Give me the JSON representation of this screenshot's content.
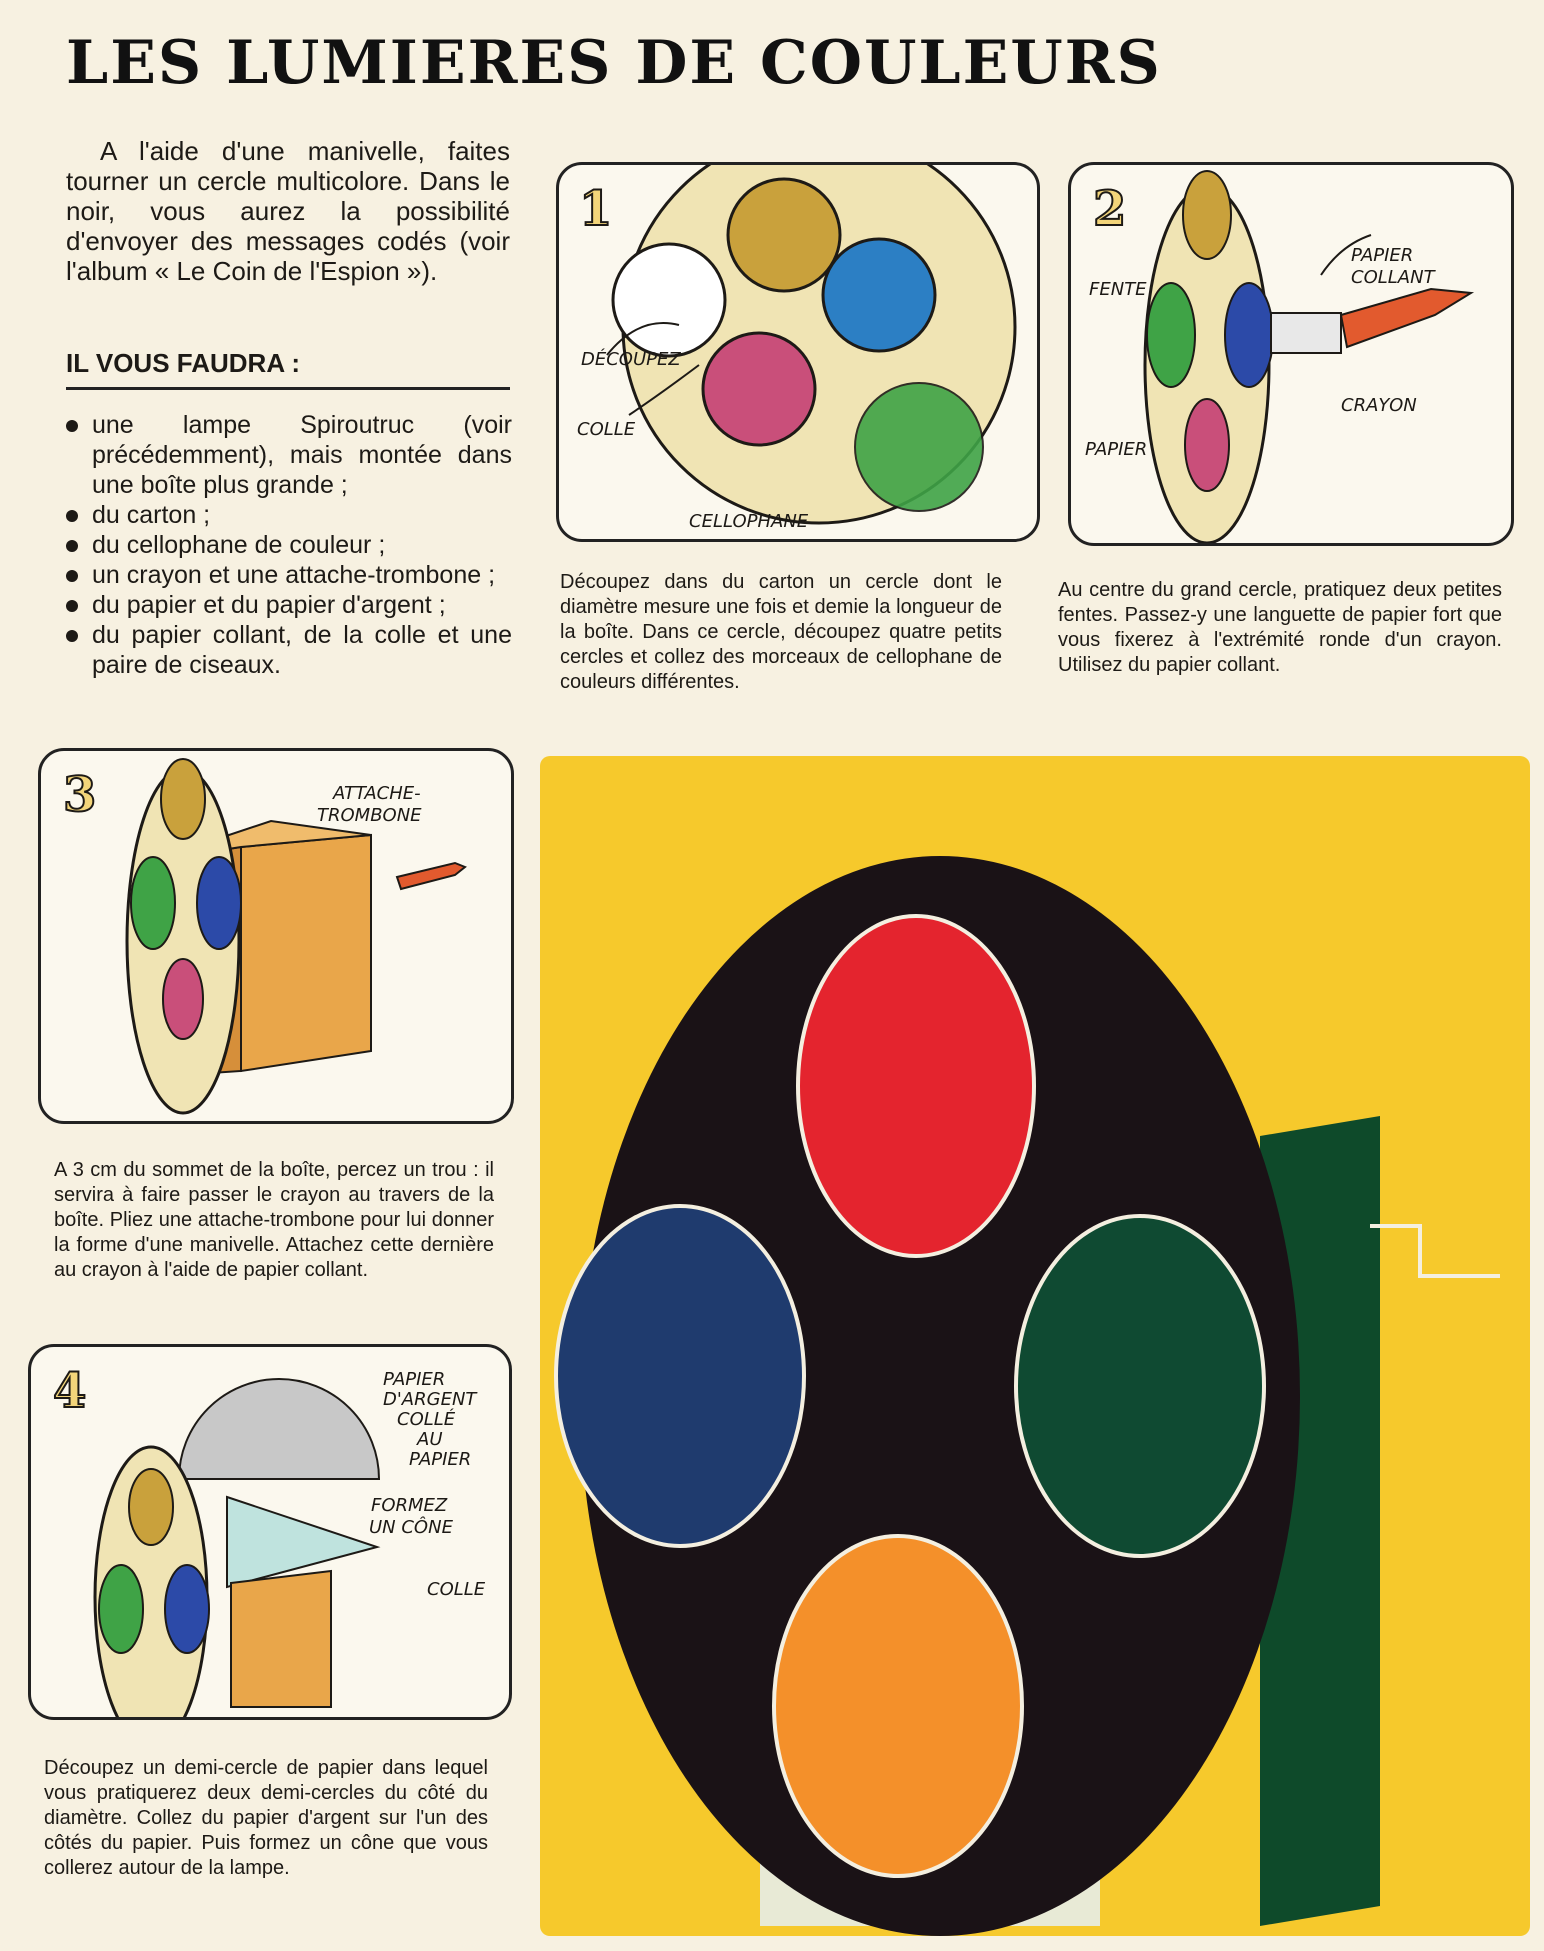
{
  "title": "LES LUMIERES DE COULEURS",
  "intro": "A l'aide d'une manivelle, faites tourner un cercle multicolore. Dans le noir, vous aurez la possibilité d'envoyer des messages codés (voir l'album « Le Coin de l'Espion »).",
  "materials": {
    "heading": "IL VOUS FAUDRA :",
    "items": [
      "une lampe Spiroutruc (voir précédemment), mais montée dans une boîte plus grande ;",
      "du carton ;",
      "du cellophane de couleur ;",
      "un crayon et une attache-trombone ;",
      "du papier et du papier d'argent ;",
      "du papier collant, de la colle et une paire de ciseaux."
    ]
  },
  "steps": [
    {
      "number": "1",
      "labels": {
        "cut": "DÉCOUPEZ",
        "glue": "COLLE",
        "cellophane": "CELLOPHANE"
      },
      "caption": "Découpez dans du carton un cercle dont le diamètre mesure une fois et demie la longueur de la boîte. Dans ce cercle, découpez quatre petits cercles et collez des morceaux de cellophane de couleurs différentes."
    },
    {
      "number": "2",
      "labels": {
        "tape_line1": "PAPIER",
        "tape_line2": "COLLANT",
        "slit": "FENTE",
        "pencil": "CRAYON",
        "paper": "PAPIER"
      },
      "caption": "Au centre du grand cercle, pratiquez deux petites fentes. Passez-y une languette de papier fort que vous fixerez à l'extrémité ronde d'un crayon. Utilisez du papier collant."
    },
    {
      "number": "3",
      "labels": {
        "clip_line1": "ATTACHE-",
        "clip_line2": "TROMBONE"
      },
      "caption": "A 3 cm du sommet de la boîte, percez un trou : il servira à faire passer le crayon au travers de la boîte. Pliez une attache-trombone pour lui donner la forme d'une manivelle. Attachez cette dernière au crayon à l'aide de papier collant."
    },
    {
      "number": "4",
      "labels": {
        "foil_line1": "PAPIER",
        "foil_line2": "D'ARGENT",
        "foil_line3": "COLLÉ",
        "foil_line4": "AU",
        "foil_line5": "PAPIER",
        "cone_line1": "FORMEZ",
        "cone_line2": "UN CÔNE",
        "glue": "COLLE"
      },
      "caption": "Découpez un demi-cercle de papier dans lequel vous pratiquerez deux demi-cercles du côté du diamètre. Collez du papier d'argent sur l'un des côtés du papier. Puis formez un cône que vous collerez autour de la lampe."
    }
  ],
  "colors": {
    "ochre": "#c9a13c",
    "blue": "#2c7fc4",
    "pink": "#c94f7a",
    "green": "#3fa346",
    "photo_bg": "#f6c92c",
    "disc": "#1a1216",
    "photo_red": "#e4242e",
    "photo_blue": "#1f3b6e",
    "photo_green": "#0f4a32",
    "photo_orange": "#f4902a"
  }
}
